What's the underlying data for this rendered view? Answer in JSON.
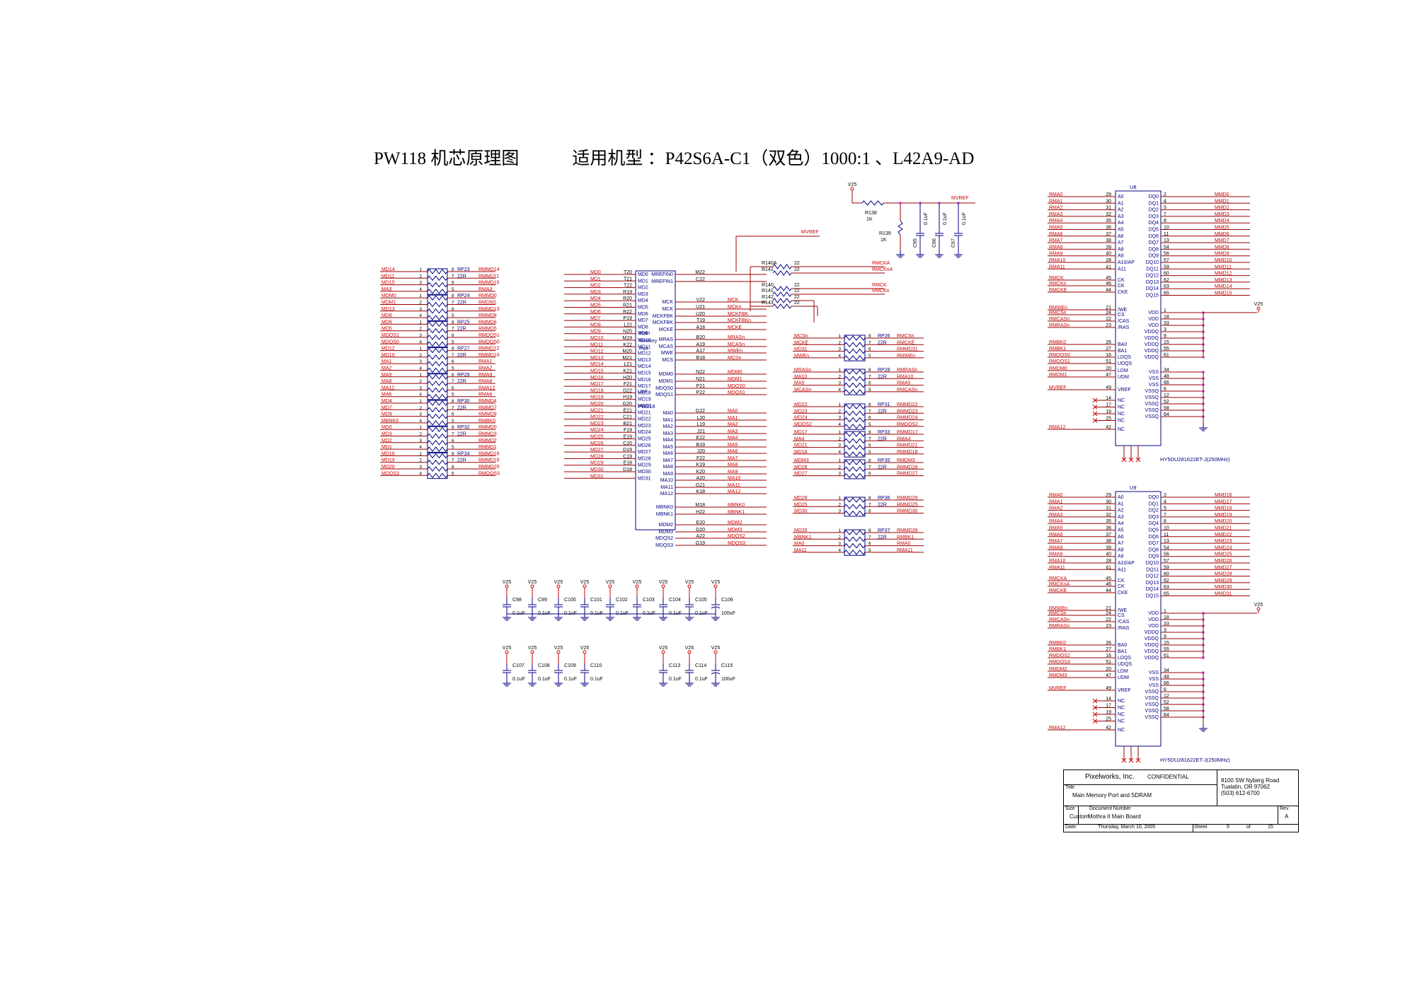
{
  "title": "PW118 机芯原理图　　　适用机型 ：P42S6A-C1（双色）1000:1 、L42A9-AD",
  "colors": {
    "net": "#cc0000",
    "wire": "#990000",
    "part": "#000080",
    "pin": "#000000",
    "junction": "#cc33cc"
  },
  "left_rpacks": {
    "left_nets": [
      "MD14",
      "MD11",
      "MD15",
      "MA3",
      "MDM0",
      "MDM1",
      "MD13",
      "MD8",
      "MD6",
      "MD5",
      "MDQS1",
      "MDQS0",
      "MD12",
      "MD10",
      "MA1",
      "MA2",
      "MA9",
      "MA8",
      "MA12",
      "MA6",
      "MD4",
      "MD7",
      "MD9",
      "MBNK0",
      "MD0",
      "MD3",
      "MD2",
      "MD1",
      "MD16",
      "MD19",
      "MD20",
      "MDQS3"
    ],
    "right_nets": [
      "RMMD14",
      "RMMD11",
      "RMMD15",
      "RMA3",
      "RMMD0",
      "RMDM1",
      "RMMD13",
      "RMMD8",
      "RMMD6",
      "RMMD5",
      "RMDQS1",
      "RMDQS0",
      "RMMD12",
      "RMMD10",
      "RMA1",
      "RMA2",
      "RMA9",
      "RMA8",
      "RMA12",
      "RMA6",
      "RMMD4",
      "RMMD7",
      "RMMD9",
      "RMBK0",
      "RMMD0",
      "RMMD3",
      "RMMD2",
      "RMMD1",
      "RMMD16",
      "RMMD19",
      "RMMD20",
      "RMDQS3"
    ],
    "refs": [
      "RP23",
      "RP24",
      "RP25",
      "RP27",
      "RP29",
      "RP30",
      "RP32",
      "RP34"
    ],
    "value": "22R"
  },
  "u6": {
    "ref": "U6F",
    "part": "PW218",
    "func_label": "Main Memory Port",
    "left_nets": [
      "MD0",
      "MD1",
      "MD2",
      "MD3",
      "MD4",
      "MD5",
      "MD6",
      "MD7",
      "MD8",
      "MD9",
      "MD10",
      "MD11",
      "MD12",
      "MD13",
      "MD14",
      "MD15",
      "MD16",
      "MD17",
      "MD18",
      "MD19",
      "MD20",
      "MD21",
      "MD22",
      "MD23",
      "MD24",
      "MD25",
      "MD26",
      "MD27",
      "MD28",
      "MD29",
      "MD30",
      "MD31"
    ],
    "left_pins": [
      "T20",
      "T21",
      "T22",
      "R19",
      "R20",
      "R21",
      "R22",
      "P19",
      "L22",
      "N20",
      "M19",
      "K22",
      "M20",
      "M21",
      "L21",
      "K21",
      "H20",
      "F21",
      "D22",
      "H19",
      "G20",
      "E21",
      "C21",
      "B21",
      "F19",
      "E19",
      "C20",
      "D19",
      "C19",
      "E18",
      "D18"
    ],
    "pin_names_left": [
      "MD0",
      "MD1",
      "MD2",
      "MD3",
      "MD4",
      "MD5",
      "MD6",
      "MD7",
      "MD8",
      "MD9",
      "MD10",
      "MD11",
      "MD12",
      "MD13",
      "MD14",
      "MD15",
      "MD16",
      "MD17",
      "MD18",
      "MD19",
      "MD20",
      "MD21",
      "MD22",
      "MD23",
      "MD24",
      "MD25",
      "MD26",
      "MD27",
      "MD28",
      "MD29",
      "MD30",
      "MD31"
    ],
    "pin_names_right": [
      "MREFIN0",
      "MREFIN1",
      "MCK",
      "MCK",
      "MCKFBK",
      "MCKFBK",
      "MCKE",
      "MRAS",
      "MCAS",
      "MWE",
      "MCS",
      "MDM0",
      "MDM1",
      "MDQS0",
      "MDQS1",
      "MA0",
      "MA1",
      "MA2",
      "MA3",
      "MA4",
      "MA5",
      "MA6",
      "MA7",
      "MA8",
      "MA9",
      "MA10",
      "MA11",
      "MA12",
      "MBNK0",
      "MBNK1",
      "MDM2",
      "MDM3",
      "MDQS2",
      "MDQS3"
    ],
    "right_pins": [
      "M22",
      "C22",
      "V22",
      "U21",
      "U20",
      "T19",
      "A18",
      "B20",
      "A19",
      "A17",
      "B18",
      "N22",
      "N21",
      "P21",
      "P22",
      "G22",
      "L20",
      "L19",
      "J21",
      "E22",
      "B19",
      "J20",
      "F22",
      "K19",
      "K20",
      "A20",
      "G21",
      "K18",
      "M18",
      "H22",
      "E20",
      "D20",
      "A22",
      "G19"
    ],
    "right_nets": [
      "",
      "",
      "MCK",
      "MCKn",
      "MCKFBK",
      "MCKFBKn",
      "MCKE",
      "MRASn",
      "MCASn",
      "MWEn",
      "MCSn",
      "MDM0",
      "MDM1",
      "MDQS0",
      "MDQS1",
      "MA0",
      "MA1",
      "MA2",
      "MA3",
      "MA4",
      "MA5",
      "MA6",
      "MA7",
      "MA8",
      "MA9",
      "MA10",
      "MA11",
      "MA12",
      "MBNK0",
      "MBNK1",
      "MDM2",
      "MDM3",
      "MDQS2",
      "MDQS3"
    ]
  },
  "vref": {
    "supply": "V25",
    "r138": "R138",
    "r138_val": "1K",
    "r139": "R139",
    "r139_val": "1K",
    "net": "MVREF",
    "caps": [
      "C95",
      "C96",
      "C97"
    ],
    "cap_val": "0.1uF",
    "clk_refs": [
      "R140A",
      "R141",
      "R140",
      "R141",
      "R142",
      "R143"
    ],
    "clk_val": "22",
    "clk_nets": [
      "RMCKA",
      "RMCKnA",
      "RMCK",
      "RMCKn"
    ]
  },
  "mid_rpacks": {
    "left_nets": [
      "MCSn",
      "MCKE",
      "MD31",
      "MWEn",
      "MRASn",
      "MA10",
      "MA5",
      "MCASn",
      "MD22",
      "MD23",
      "MD24",
      "MDQS2",
      "MD17",
      "MA4",
      "MD21",
      "MD18",
      "MDM3",
      "MD28",
      "MD27",
      "MD29",
      "MD25",
      "MD30",
      "MD26",
      "MBNK1",
      "MA0",
      "MA11",
      "MA7"
    ],
    "right_nets": [
      "RMCSn",
      "RMCKE",
      "RMMD31",
      "RMWEn",
      "RMRASn",
      "RMA10",
      "RMA5",
      "RMCASn",
      "RMMD22",
      "RMMD23",
      "RMMD24",
      "RMDQS2",
      "RMMD17",
      "RMA4",
      "RMMD21",
      "RMMD18",
      "RMDM3",
      "RMMD28",
      "RMMD27",
      "RMMD29",
      "RMMD25",
      "RMMD30",
      "RMMD26",
      "RMBK1",
      "RMA0",
      "RMA11",
      "RMA7"
    ],
    "refs": [
      "RP26",
      "RP28",
      "RP31",
      "RP33",
      "RP35",
      "RP36",
      "RP37"
    ],
    "value": "22R"
  },
  "decoupling": {
    "supply": "V25",
    "row1": [
      "C98",
      "C99",
      "C100",
      "C101",
      "C102",
      "C103",
      "C104",
      "C105",
      "C106"
    ],
    "row1_vals": [
      "0.1uF",
      "0.1uF",
      "0.1uF",
      "0.1uF",
      "0.1uF",
      "0.1uF",
      "0.1uF",
      "0.1uF",
      "100uF"
    ],
    "row2": [
      "C107",
      "C108",
      "C109",
      "C110",
      "C113",
      "C114",
      "C115"
    ],
    "row2_vals": [
      "0.1uF",
      "0.1uF",
      "0.1uF",
      "0.1uF",
      "0.1uF",
      "0.1uF",
      "100uF"
    ]
  },
  "sdram": [
    {
      "ref": "U8",
      "part": "HY5DU281622ET-J(250MHz)",
      "addr_nets": [
        "RMA0",
        "RMA1",
        "RMA2",
        "RMA3",
        "RMA4",
        "RMA5",
        "RMA6",
        "RMA7",
        "RMA8",
        "RMA9",
        "RMA10",
        "RMA11"
      ],
      "ctrl_nets": [
        "RMCK",
        "RMCKn",
        "RMCKE",
        "RMWEn",
        "RMCSn",
        "RMCASn",
        "RMRASn",
        "RMBK0",
        "RMBK1",
        "RMDQS0",
        "RMDQS1",
        "RMDM0",
        "RMDM1",
        "MVREF",
        "RMA12"
      ],
      "dq_nets": [
        "MMD0",
        "MMD1",
        "MMD2",
        "MMD3",
        "MMD4",
        "MMD5",
        "MMD6",
        "MMD7",
        "MMD8",
        "MMD9",
        "MMD10",
        "MMD11",
        "MMD12",
        "MMD13",
        "MMD14",
        "MMD15"
      ],
      "supply": "V25"
    },
    {
      "ref": "U9",
      "part": "HY5DU281622ET-J(250MHz)",
      "addr_nets": [
        "RMA0",
        "RMA1",
        "RMA2",
        "RMA3",
        "RMA4",
        "RMA5",
        "RMA6",
        "RMA7",
        "RMA8",
        "RMA9",
        "RMA10",
        "RMA11"
      ],
      "ctrl_nets": [
        "RMCKA",
        "RMCKnA",
        "RMCKE",
        "RMWEn",
        "RMCSn",
        "RMCASn",
        "RMRASn",
        "RMBK0",
        "RMBK1",
        "RMDQS2",
        "RMDQS3",
        "RMDM2",
        "RMDM3",
        "MVREF",
        "RMA12"
      ],
      "dq_nets": [
        "MMD16",
        "MMD17",
        "MMD18",
        "MMD19",
        "MMD20",
        "MMD21",
        "MMD22",
        "MMD23",
        "MMD24",
        "MMD25",
        "MMD26",
        "MMD27",
        "MMD28",
        "MMD29",
        "MMD30",
        "MMD31"
      ],
      "supply": "V25"
    }
  ],
  "sdram_pins": {
    "addr_pin_nums": [
      "29",
      "30",
      "31",
      "32",
      "35",
      "36",
      "37",
      "38",
      "39",
      "40",
      "28",
      "41"
    ],
    "addr_pin_names": [
      "A0",
      "A1",
      "A2",
      "A3",
      "A4",
      "A5",
      "A6",
      "A7",
      "A8",
      "A9",
      "A10/AP",
      "A11"
    ],
    "ctrl_pin_nums": [
      "45",
      "46",
      "44",
      "21",
      "24",
      "22",
      "23",
      "26",
      "27",
      "16",
      "51",
      "20",
      "47",
      "49",
      "42"
    ],
    "ctrl_pin_names": [
      "CK",
      "CK",
      "CKE",
      "/WE",
      "CS",
      "/CAS",
      "/RAS",
      "BA0",
      "BA1",
      "LDQS",
      "UDQS",
      "LDM",
      "UDM",
      "VREF",
      "NC"
    ],
    "dq_pin_nums": [
      "2",
      "4",
      "5",
      "7",
      "8",
      "10",
      "11",
      "13",
      "54",
      "56",
      "57",
      "59",
      "60",
      "62",
      "63",
      "65"
    ],
    "dq_pin_names": [
      "DQ0",
      "DQ1",
      "DQ2",
      "DQ3",
      "DQ4",
      "DQ5",
      "DQ6",
      "DQ7",
      "DQ8",
      "DQ9",
      "DQ10",
      "DQ11",
      "DQ12",
      "DQ13",
      "DQ14",
      "DQ15"
    ],
    "pwr_pin_nums": [
      "1",
      "18",
      "33",
      "3",
      "9",
      "15",
      "55",
      "61",
      "34",
      "48",
      "66",
      "6",
      "12",
      "52",
      "58",
      "64"
    ],
    "pwr_pin_names": [
      "VDD",
      "VDD",
      "VDD",
      "VDDQ",
      "VDDQ",
      "VDDQ",
      "VDDQ",
      "VDDQ",
      "VSS",
      "VSS",
      "VSS",
      "VSSQ",
      "VSSQ",
      "VSSQ",
      "VSSQ",
      "VSSQ"
    ],
    "nc_pin_nums": [
      "14",
      "17",
      "19",
      "25"
    ]
  },
  "titleblock": {
    "company": "Pixelworks, Inc.",
    "confidential": "CONFIDENTIAL",
    "addr1": "8100 SW Nyberg Road",
    "addr2": "Tualatin, OR 97062",
    "phone": "(503) 612-6700",
    "title_label": "Title",
    "title": "Main Memory Port and SDRAM",
    "size_label": "Size",
    "size": "Custom",
    "docnum_label": "Document Number",
    "docnum": "Mothra II Main Board",
    "rev_label": "Rev",
    "rev": "A",
    "date_label": "Date:",
    "date": "Thursday, March 10, 2005",
    "sheet_label": "Sheet",
    "sheet": "9",
    "of_label": "of",
    "of": "15"
  }
}
